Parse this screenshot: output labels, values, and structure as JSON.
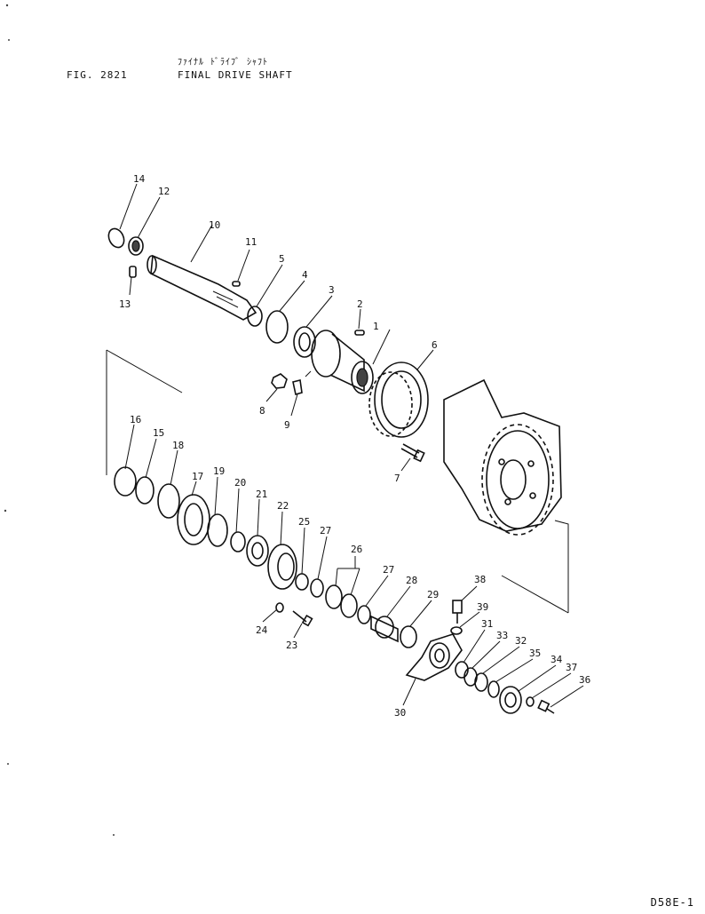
{
  "header": {
    "fig_label": "FIG. 2821",
    "title_jp": "ﾌｧｲﾅﾙ ﾄﾞﾗｲﾌﾞ ｼｬﾌﾄ",
    "title_en": "FINAL DRIVE SHAFT"
  },
  "footer": {
    "page_code": "D58E-1"
  },
  "callouts": [
    "1",
    "2",
    "3",
    "4",
    "5",
    "6",
    "7",
    "8",
    "9",
    "10",
    "11",
    "12",
    "13",
    "14",
    "15",
    "16",
    "17",
    "18",
    "19",
    "20",
    "21",
    "22",
    "23",
    "24",
    "25",
    "26",
    "27",
    "27",
    "28",
    "29",
    "30",
    "31",
    "32",
    "33",
    "34",
    "35",
    "36",
    "37",
    "38",
    "39"
  ]
}
